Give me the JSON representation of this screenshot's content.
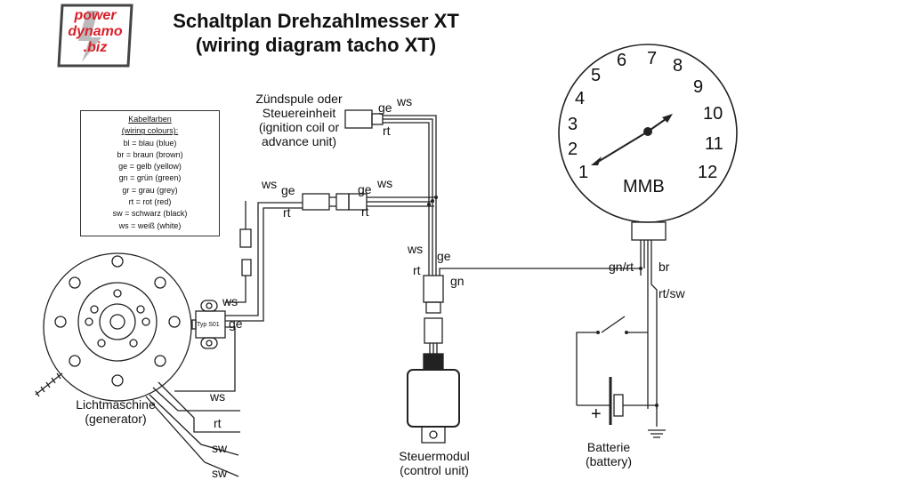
{
  "title": {
    "line1": "Schaltplan Drehzahlmesser XT",
    "line2": "(wiring diagram tacho XT)"
  },
  "logo": {
    "line1": "power",
    "line2": "dynamo",
    "line3": ".biz",
    "color": "#d8202a"
  },
  "legend": {
    "heading": "Kabelfarben",
    "subheading": "(wiring colours):",
    "entries": [
      "bl = blau (blue)",
      "br = braun (brown)",
      "ge = gelb (yellow)",
      "gn = grün (green)",
      "gr = grau (grey)",
      "rt = rot (red)",
      "sw = schwarz (black)",
      "ws = weiß (white)"
    ]
  },
  "components": {
    "ignition_coil": {
      "line1": "Zündspule oder",
      "line2": "Steuereinheit",
      "line3": "(ignition coil or",
      "line4": "advance unit)"
    },
    "generator": {
      "line1": "Lichtmaschine",
      "line2": "(generator)"
    },
    "control_unit": {
      "line1": "Steuermodul",
      "line2": "(control unit)"
    },
    "battery": {
      "line1": "Batterie",
      "line2": "(battery)",
      "plus": "+"
    },
    "pickup": {
      "label": "Typ S01"
    },
    "tacho": {
      "brand": "MMB",
      "scale": [
        "1",
        "2",
        "3",
        "4",
        "5",
        "6",
        "7",
        "8",
        "9",
        "10",
        "11",
        "12"
      ]
    }
  },
  "wire_labels": {
    "coil_ge": "ge",
    "coil_ws": "ws",
    "coil_rt": "rt",
    "mid_ws": "ws",
    "mid_ge_left": "ge",
    "mid_rt_left": "rt",
    "mid_ge_right": "ge",
    "mid_ws_right": "ws",
    "mid_rt_right": "rt",
    "vert_ws": "ws",
    "vert_ge": "ge",
    "vert_rt": "rt",
    "vert_gn": "gn",
    "pickup_ws": "ws",
    "pickup_ge": "ge",
    "gen_ws": "ws",
    "gen_rt": "rt",
    "gen_sw1": "sw",
    "gen_sw2": "sw",
    "tacho_gnrt": "gn/rt",
    "tacho_br": "br",
    "tacho_rtsw": "rt/sw"
  }
}
